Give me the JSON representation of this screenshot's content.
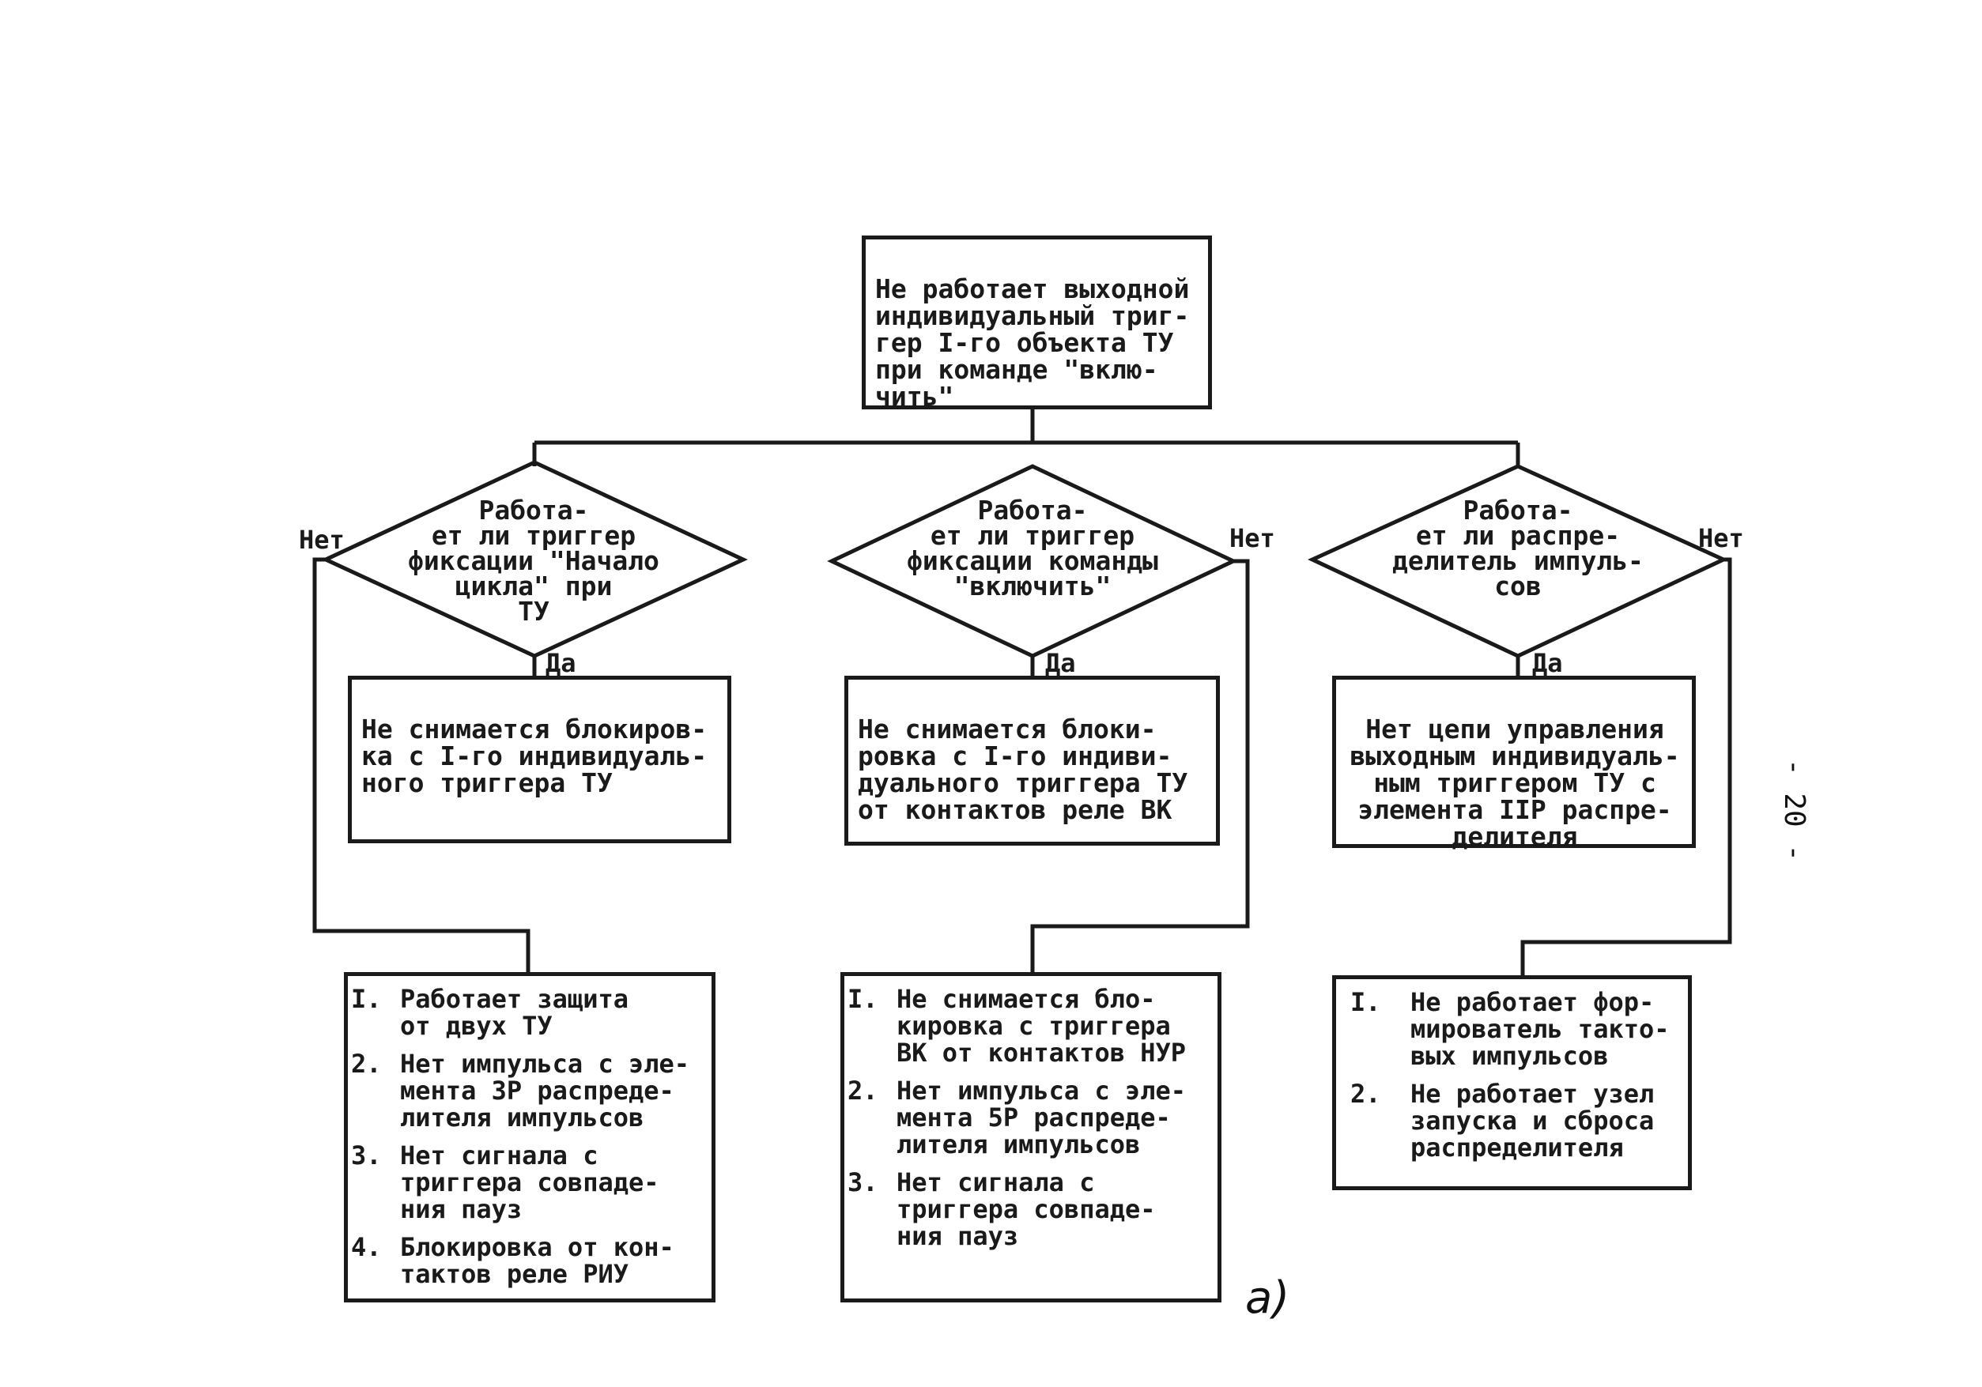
{
  "root": {
    "text": "Не работает выходной\nиндивидуальный триг-\nгер I-го объекта ТУ\nпри команде \"вклю-\nчить\""
  },
  "decisions": [
    {
      "text": "Работа-\nет ли триггер\nфиксации \"Начало\nцикла\" при\nТУ",
      "no_label": "Нет",
      "yes_label": "Да"
    },
    {
      "text": "Работа-\nет ли триггер\nфиксации команды\n\"включить\"",
      "no_label": "Нет",
      "yes_label": "Да"
    },
    {
      "text": "Работа-\nет ли распре-\nделитель импуль-\nсов",
      "no_label": "Нет",
      "yes_label": "Да"
    }
  ],
  "yes_boxes": [
    {
      "text": "Не снимается блокиров-\nка с I-го индивидуаль-\nного триггера ТУ"
    },
    {
      "text": "Не снимается блоки-\nровка с I-го индиви-\nдуального триггера ТУ\nот контактов реле ВК"
    },
    {
      "text": "Нет цепи управления\nвыходным индивидуаль-\nным триггером ТУ  с\nэлемента IIР распре-\nделителя"
    }
  ],
  "no_boxes": [
    {
      "items": [
        {
          "num": "I.",
          "text": "Работает защита\nот двух ТУ"
        },
        {
          "num": "2.",
          "text": "Нет импульса с эле-\nмента 3Р распреде-\nлителя импульсов"
        },
        {
          "num": "3.",
          "text": "Нет сигнала с\nтриггера совпаде-\nния пауз"
        },
        {
          "num": "4.",
          "text": "Блокировка от кон-\nтактов реле РИУ"
        }
      ]
    },
    {
      "items": [
        {
          "num": "I.",
          "text": "Не снимается бло-\nкировка с триггера\nВК от контактов НУР"
        },
        {
          "num": "2.",
          "text": "Нет импульса с эле-\nмента 5Р распреде-\nлителя импульсов"
        },
        {
          "num": "3.",
          "text": "Нет сигнала с\nтриггера совпаде-\nния пауз"
        }
      ]
    },
    {
      "items": [
        {
          "num": "I.",
          "text": "Не работает фор-\nмирователь такто-\nвых импульсов"
        },
        {
          "num": "2.",
          "text": "Не работает узел\nзапуска и сброса\nраспределителя"
        }
      ]
    }
  ],
  "page_number": "- 20 -",
  "figure_label": "а)"
}
